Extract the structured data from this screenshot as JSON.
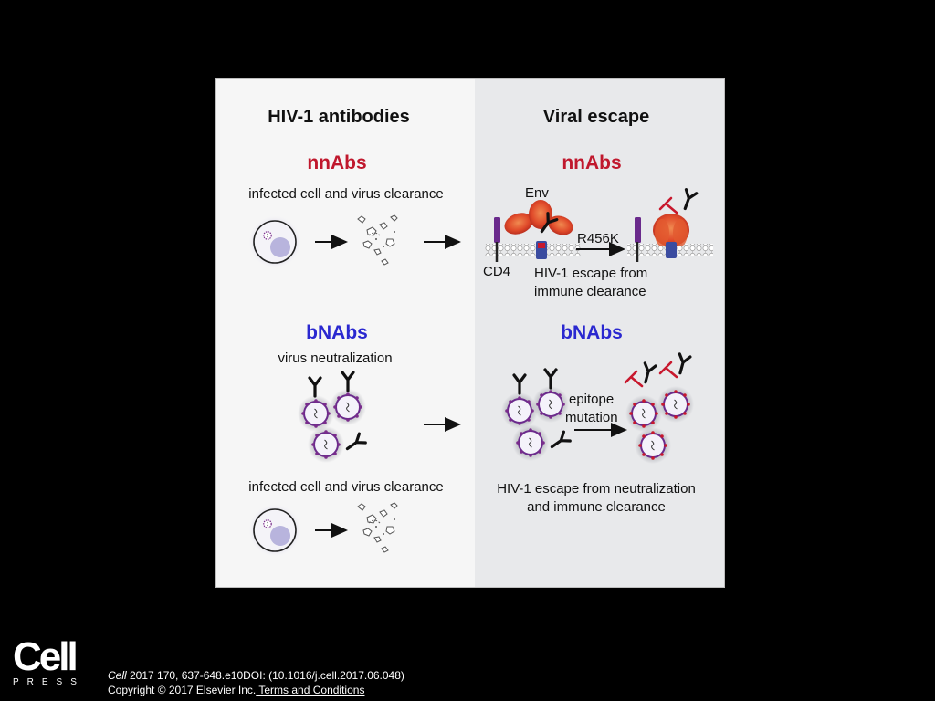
{
  "figure": {
    "left_header": "HIV-1 antibodies",
    "right_header": "Viral escape",
    "nnabs_left": "nnAbs",
    "nnabs_right": "nnAbs",
    "bnabs_left": "bNAbs",
    "bnabs_right": "bNAbs",
    "clearance_top": "infected cell and virus clearance",
    "virus_neutralization": "virus neutralization",
    "clearance_bottom": "infected cell and virus clearance",
    "env_label": "Env",
    "cd4_label": "CD4",
    "mutation_label": "R456K",
    "escape_immune_line1": "HIV-1 escape from",
    "escape_immune_line2": "immune clearance",
    "epitope_line1": "epitope",
    "epitope_line2": "mutation",
    "escape_neutral_line1": "HIV-1 escape from neutralization",
    "escape_neutral_line2": "and immune clearance",
    "colors": {
      "nnabs": "#c0182d",
      "bnabs": "#2a28d0",
      "virion": "#6a2a8c",
      "env": "#e0552a"
    }
  },
  "footer": {
    "logo_main": "Cell",
    "logo_sub": "PRESS",
    "journal": "Cell",
    "citation": " 2017 170, 637-648.e10DOI: (10.1016/j.cell.2017.06.048)",
    "copyright": "Copyright © 2017 Elsevier Inc.",
    "terms_link": " Terms and Conditions"
  }
}
